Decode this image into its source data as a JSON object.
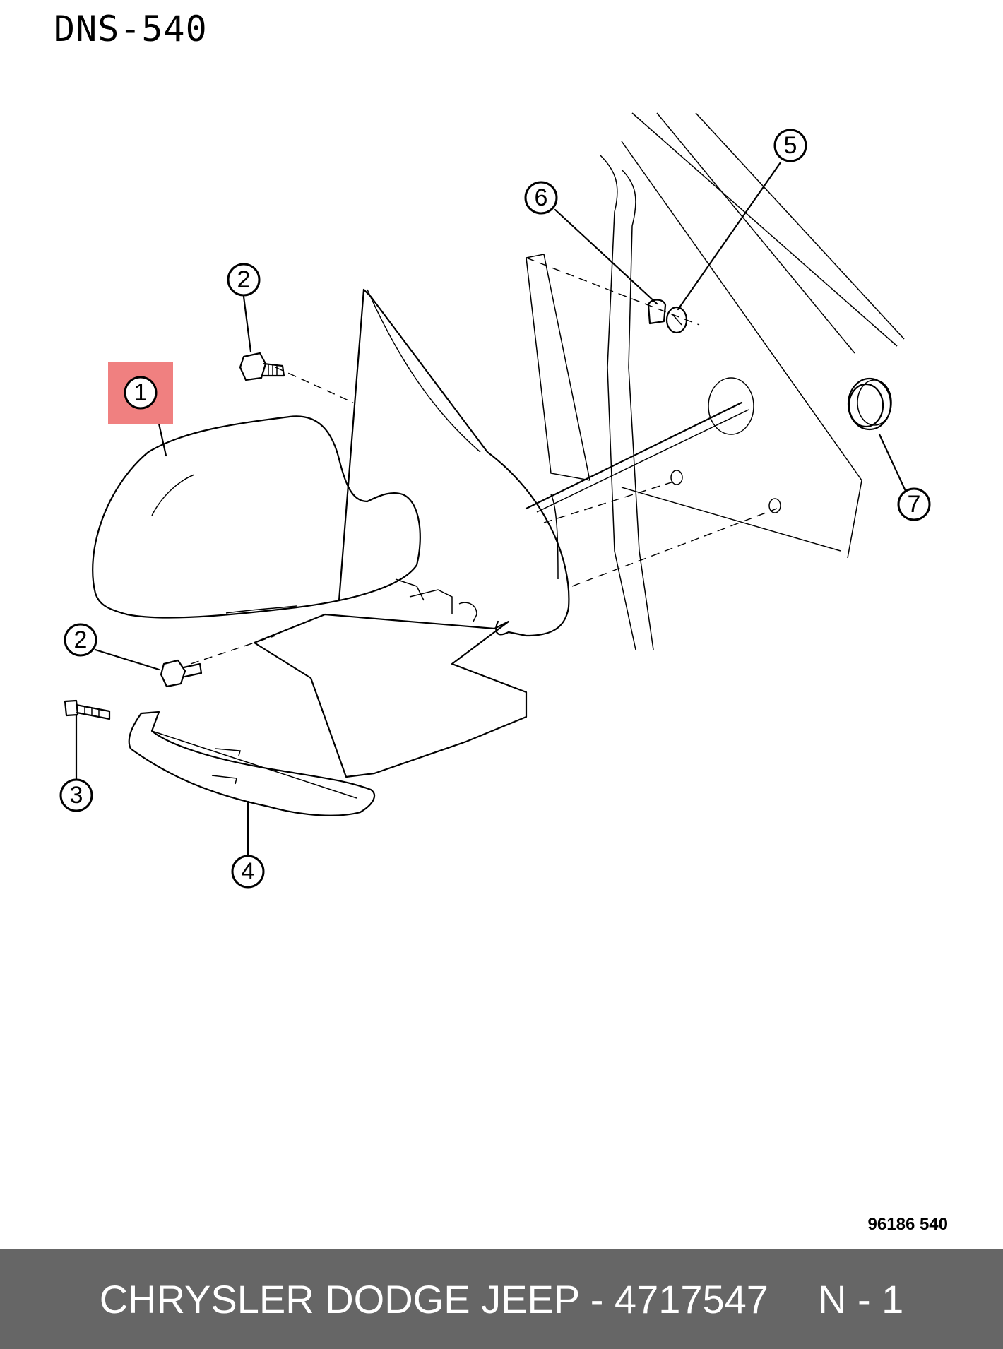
{
  "diagram": {
    "title": "DNS-540",
    "figure_code": "96186 540",
    "highlight_color": "#f08080",
    "callouts": [
      "1",
      "2",
      "2",
      "3",
      "4",
      "5",
      "6",
      "7"
    ],
    "highlighted_callout": "1"
  },
  "footer": {
    "part_text": "CHRYSLER DODGE JEEP - 4717547",
    "position_text": "N - 1",
    "background": "#666666"
  }
}
